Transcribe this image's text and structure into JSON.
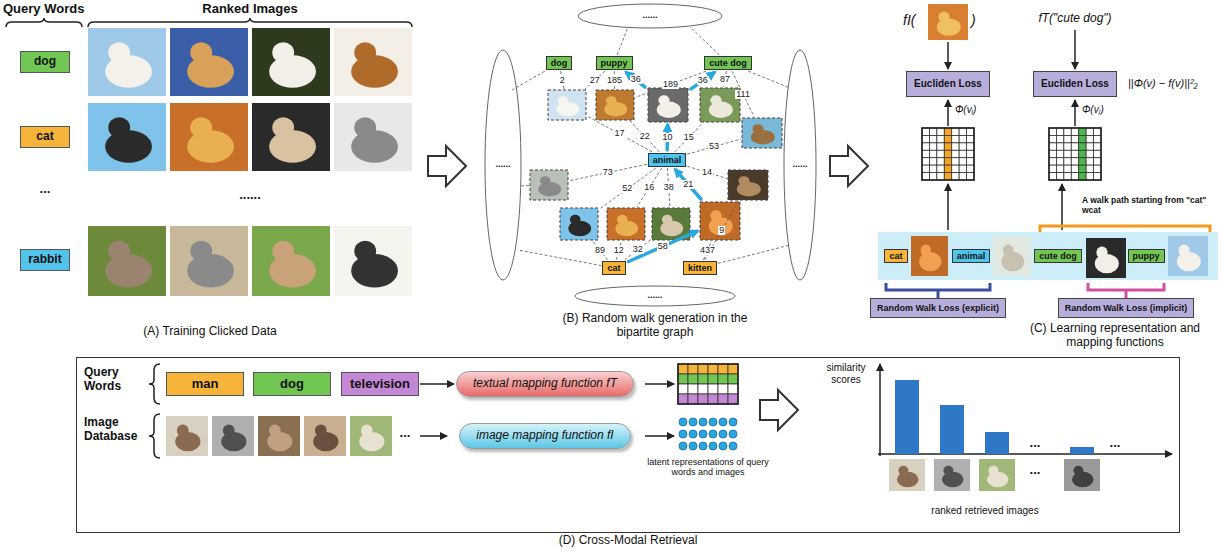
{
  "diagram": {
    "nodes": [
      {
        "text": [
          "dog"
        ]
      },
      {
        "text": [
          "cat"
        ]
      },
      {
        "text": [
          "rabbit"
        ]
      },
      {
        "text": [
          "dog"
        ]
      },
      {
        "text": [
          "puppy"
        ]
      },
      {
        "text": [
          "cute dog"
        ]
      },
      {
        "text": [
          "animal"
        ]
      },
      {
        "text": [
          "cat"
        ]
      },
      {
        "text": [
          "kitten"
        ]
      },
      {
        "text": [
          "Eucliden Loss"
        ]
      },
      {
        "text": [
          "Eucliden Loss"
        ]
      },
      {
        "text": [
          "cat"
        ]
      },
      {
        "text": [
          "animal"
        ]
      },
      {
        "text": [
          "cute dog"
        ]
      },
      {
        "text": [
          "puppy"
        ]
      },
      {
        "text": [
          "Random Walk Loss (explicit)"
        ]
      },
      {
        "text": [
          "Random Walk Loss (implicit)"
        ]
      },
      {
        "text": [
          "(D) Cross-Modal Retrieval"
        ]
      },
      {
        "text": [
          "man"
        ],
        "in": 17
      },
      {
        "text": [
          "dog"
        ],
        "in": 17
      },
      {
        "text": [
          "television"
        ],
        "in": 17
      },
      {
        "text": [
          "textual mapping function fT"
        ],
        "in": 17
      },
      {
        "text": [
          "image mapping function fI"
        ],
        "in": 17
      }
    ],
    "edges": [
      {
        "from": 20,
        "to": 21,
        "arrow": "to"
      }
    ],
    "labels": [
      "Query Words",
      "Ranked Images",
      "...",
      "......",
      "(A) Training Clicked Data",
      "......",
      "......",
      "......",
      "2",
      "27",
      "185",
      "36",
      "189",
      "36",
      "87",
      "111",
      "17",
      "22",
      "10",
      "15",
      "73",
      "53",
      "52",
      "16",
      "38",
      "21",
      "14",
      "89",
      "12",
      "32",
      "58",
      "437",
      "9",
      "......",
      "(B) Random walk generation in the bipartite graph",
      "fI(",
      ")",
      "fT(\"cute dog\")",
      "||Φ(v) − f(v)||²₂",
      "Φ(vᵢ)",
      "Φ(vⱼ)",
      "A walk path starting from \"cat\" wcat",
      "(C) Learning representation and mapping functions",
      "Query Words",
      "Image Database",
      "...",
      "latent representations of query words and images",
      "similarity scores",
      "...",
      "...",
      "...",
      "ranked retrieved images"
    ]
  }
}
